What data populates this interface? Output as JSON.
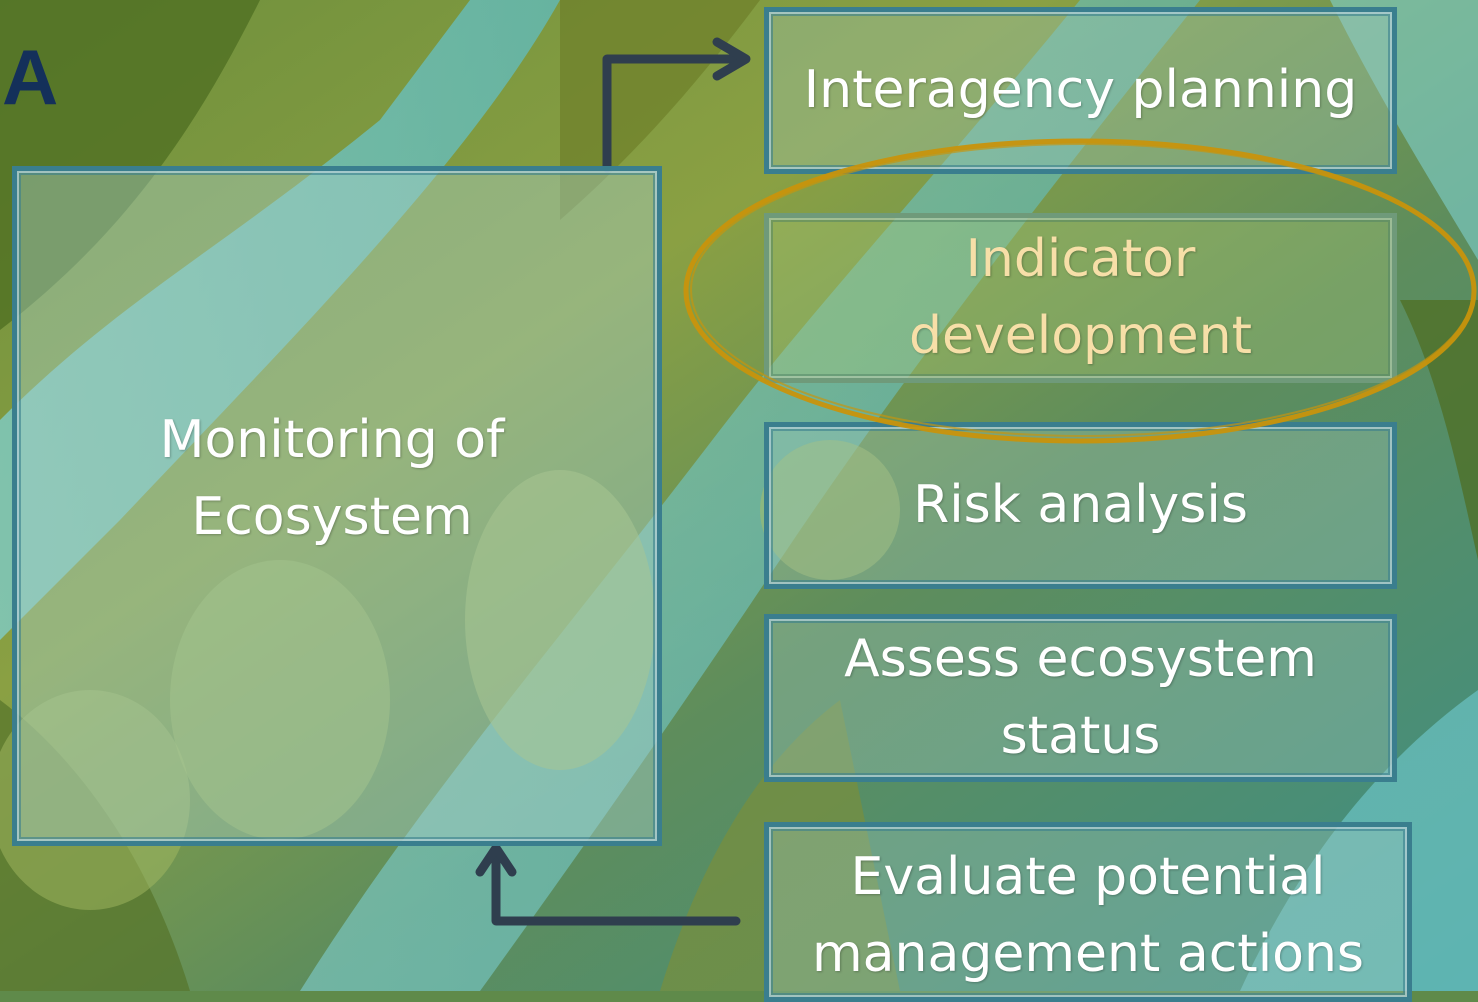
{
  "panel_label": "A",
  "monitoring_box": {
    "label": "Monitoring of\nEcosystem"
  },
  "steps": [
    {
      "label": "Interagency planning"
    },
    {
      "label": "Indicator\ndevelopment"
    },
    {
      "label": "Risk analysis"
    },
    {
      "label": "Assess ecosystem\nstatus"
    },
    {
      "label": "Evaluate potential\nmanagement actions"
    }
  ],
  "highlighted_step": "Indicator development",
  "colors": {
    "box_border": "#3a7e8e",
    "arrow": "#2f3e4e",
    "highlight_ring": "#c9940c",
    "highlight_text": "#f7dfa8",
    "panel_label": "#14305a"
  }
}
